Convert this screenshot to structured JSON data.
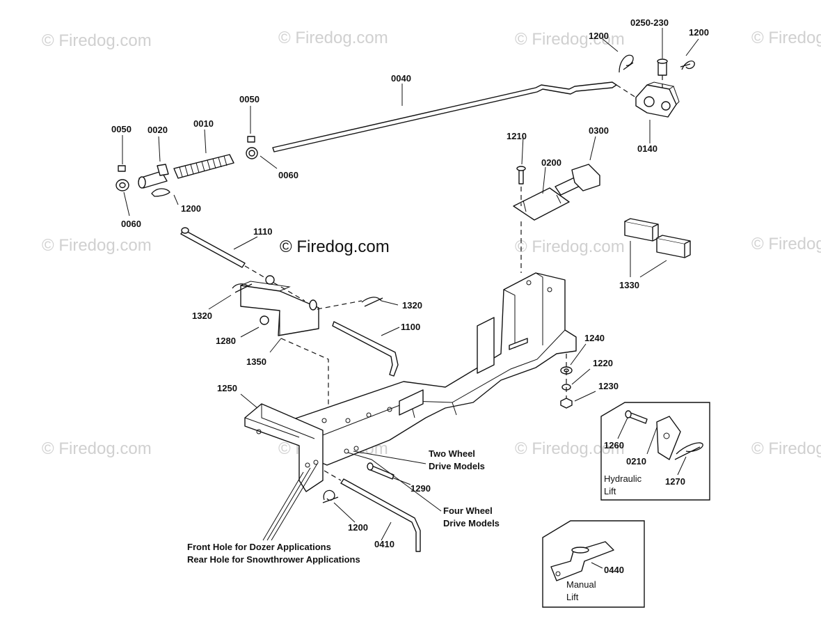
{
  "watermark": {
    "text": "© Firedog.com",
    "main_text": "© Firedog.com"
  },
  "callouts": [
    {
      "id": "c-0250-230",
      "text": "0250-230"
    },
    {
      "id": "c-1200-a",
      "text": "1200"
    },
    {
      "id": "c-1200-b",
      "text": "1200"
    },
    {
      "id": "c-0040",
      "text": "0040"
    },
    {
      "id": "c-0140",
      "text": "0140"
    },
    {
      "id": "c-0050-a",
      "text": "0050"
    },
    {
      "id": "c-0050-b",
      "text": "0050"
    },
    {
      "id": "c-0020",
      "text": "0020"
    },
    {
      "id": "c-0010",
      "text": "0010"
    },
    {
      "id": "c-0060-a",
      "text": "0060"
    },
    {
      "id": "c-0060-b",
      "text": "0060"
    },
    {
      "id": "c-1200-c",
      "text": "1200"
    },
    {
      "id": "c-1210",
      "text": "1210"
    },
    {
      "id": "c-0200",
      "text": "0200"
    },
    {
      "id": "c-0300",
      "text": "0300"
    },
    {
      "id": "c-1110",
      "text": "1110"
    },
    {
      "id": "c-1330",
      "text": "1330"
    },
    {
      "id": "c-1320-a",
      "text": "1320"
    },
    {
      "id": "c-1320-b",
      "text": "1320"
    },
    {
      "id": "c-1100",
      "text": "1100"
    },
    {
      "id": "c-1280",
      "text": "1280"
    },
    {
      "id": "c-1350",
      "text": "1350"
    },
    {
      "id": "c-1240",
      "text": "1240"
    },
    {
      "id": "c-1220",
      "text": "1220"
    },
    {
      "id": "c-1230",
      "text": "1230"
    },
    {
      "id": "c-1250",
      "text": "1250"
    },
    {
      "id": "c-1260",
      "text": "1260"
    },
    {
      "id": "c-0210",
      "text": "0210"
    },
    {
      "id": "c-1270",
      "text": "1270"
    },
    {
      "id": "c-1290",
      "text": "1290"
    },
    {
      "id": "c-1200-d",
      "text": "1200"
    },
    {
      "id": "c-0410",
      "text": "0410"
    },
    {
      "id": "c-0440",
      "text": "0440"
    }
  ],
  "notes": {
    "two_wheel": [
      "Two Wheel",
      "Drive Models"
    ],
    "four_wheel": [
      "Four Wheel",
      "Drive Models"
    ],
    "holes": [
      "Front Hole for Dozer Applications",
      "Rear Hole for Snowthrower Applications"
    ]
  },
  "insets": {
    "hydraulic": [
      "Hydraulic",
      "Lift"
    ],
    "manual": [
      "Manual",
      "Lift"
    ]
  }
}
